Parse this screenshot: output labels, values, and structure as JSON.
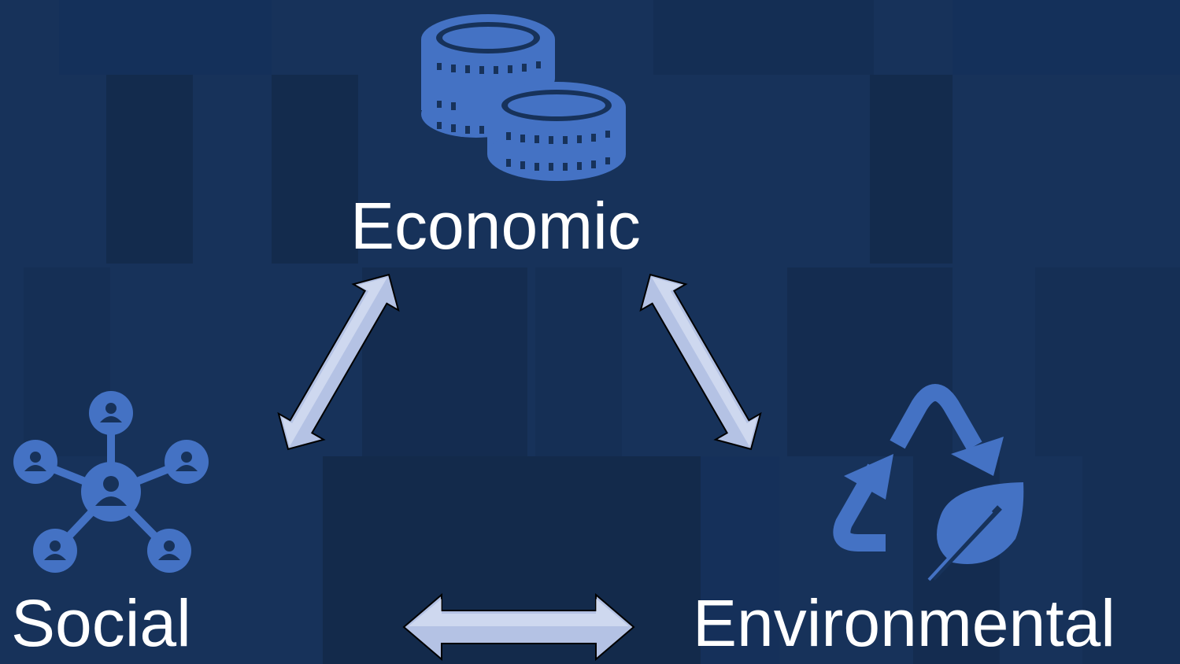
{
  "slide": {
    "colors": {
      "background": "#17325a",
      "background_dark": "#132a4b",
      "background_light": "#1a3763",
      "icon_blue": "#4472c4",
      "arrow_fill": "#b4c2e4",
      "label": "#ffffff"
    },
    "nodes": {
      "economic": {
        "label": "Economic",
        "icon": "coins-stack-icon"
      },
      "social": {
        "label": "Social",
        "icon": "people-network-icon"
      },
      "environmental": {
        "label": "Environmental",
        "icon": "recycle-leaf-icon"
      }
    },
    "connectors": [
      {
        "name": "economic-social-arrow",
        "type": "double-headed-arrow"
      },
      {
        "name": "economic-environmental-arrow",
        "type": "double-headed-arrow"
      },
      {
        "name": "social-environmental-arrow",
        "type": "double-headed-arrow"
      }
    ]
  }
}
